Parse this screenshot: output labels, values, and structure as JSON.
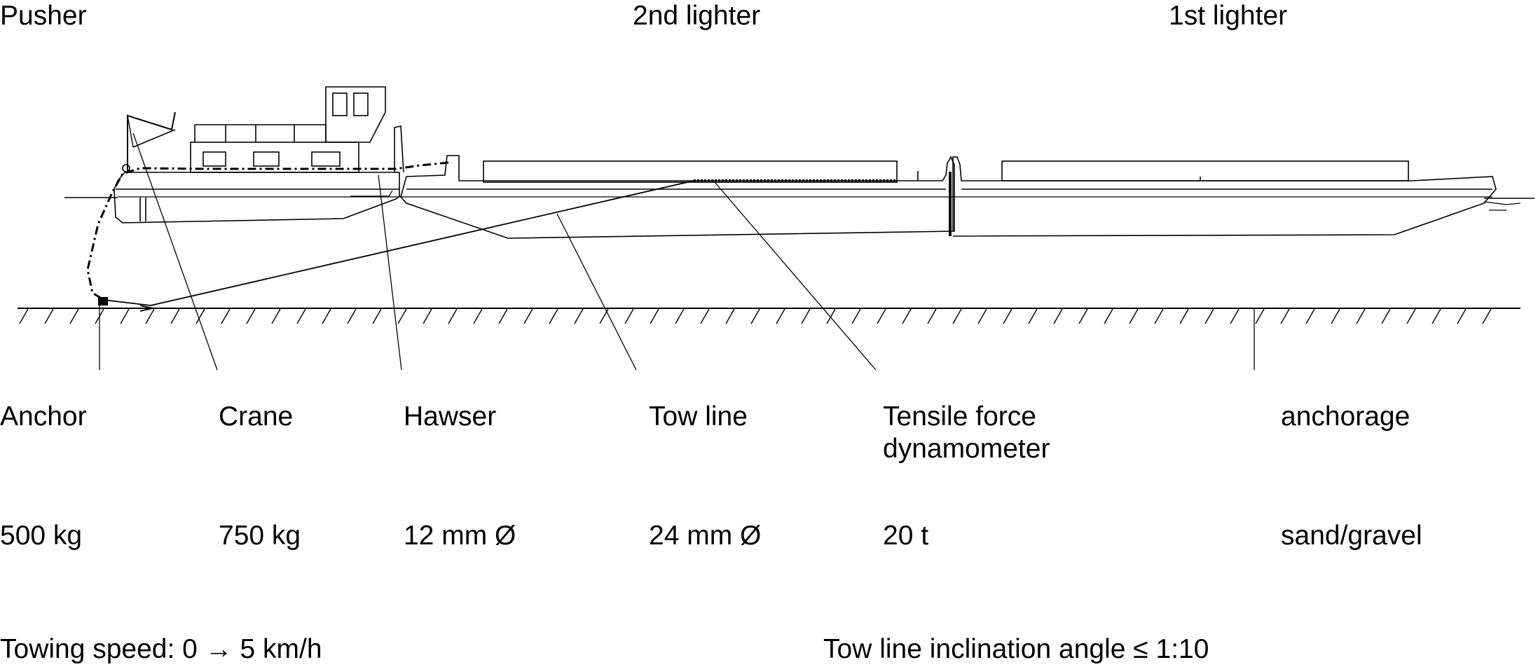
{
  "vessels": {
    "pusher": "Pusher",
    "second_lighter": "2nd lighter",
    "first_lighter": "1st lighter"
  },
  "components": [
    {
      "name": "Anchor",
      "spec": "500 kg"
    },
    {
      "name": "Crane",
      "spec": "750 kg"
    },
    {
      "name": "Hawser",
      "spec": "12 mm Ø"
    },
    {
      "name": "Tow line",
      "spec": "24 mm Ø"
    },
    {
      "name": "Tensile force dynamometer",
      "spec": "20 t"
    },
    {
      "name": "anchorage",
      "spec": "sand/gravel"
    }
  ],
  "footer": {
    "towing_speed": "Towing speed: 0 → 5 km/h",
    "inclination": "Tow line inclination angle ≤ 1:10"
  }
}
